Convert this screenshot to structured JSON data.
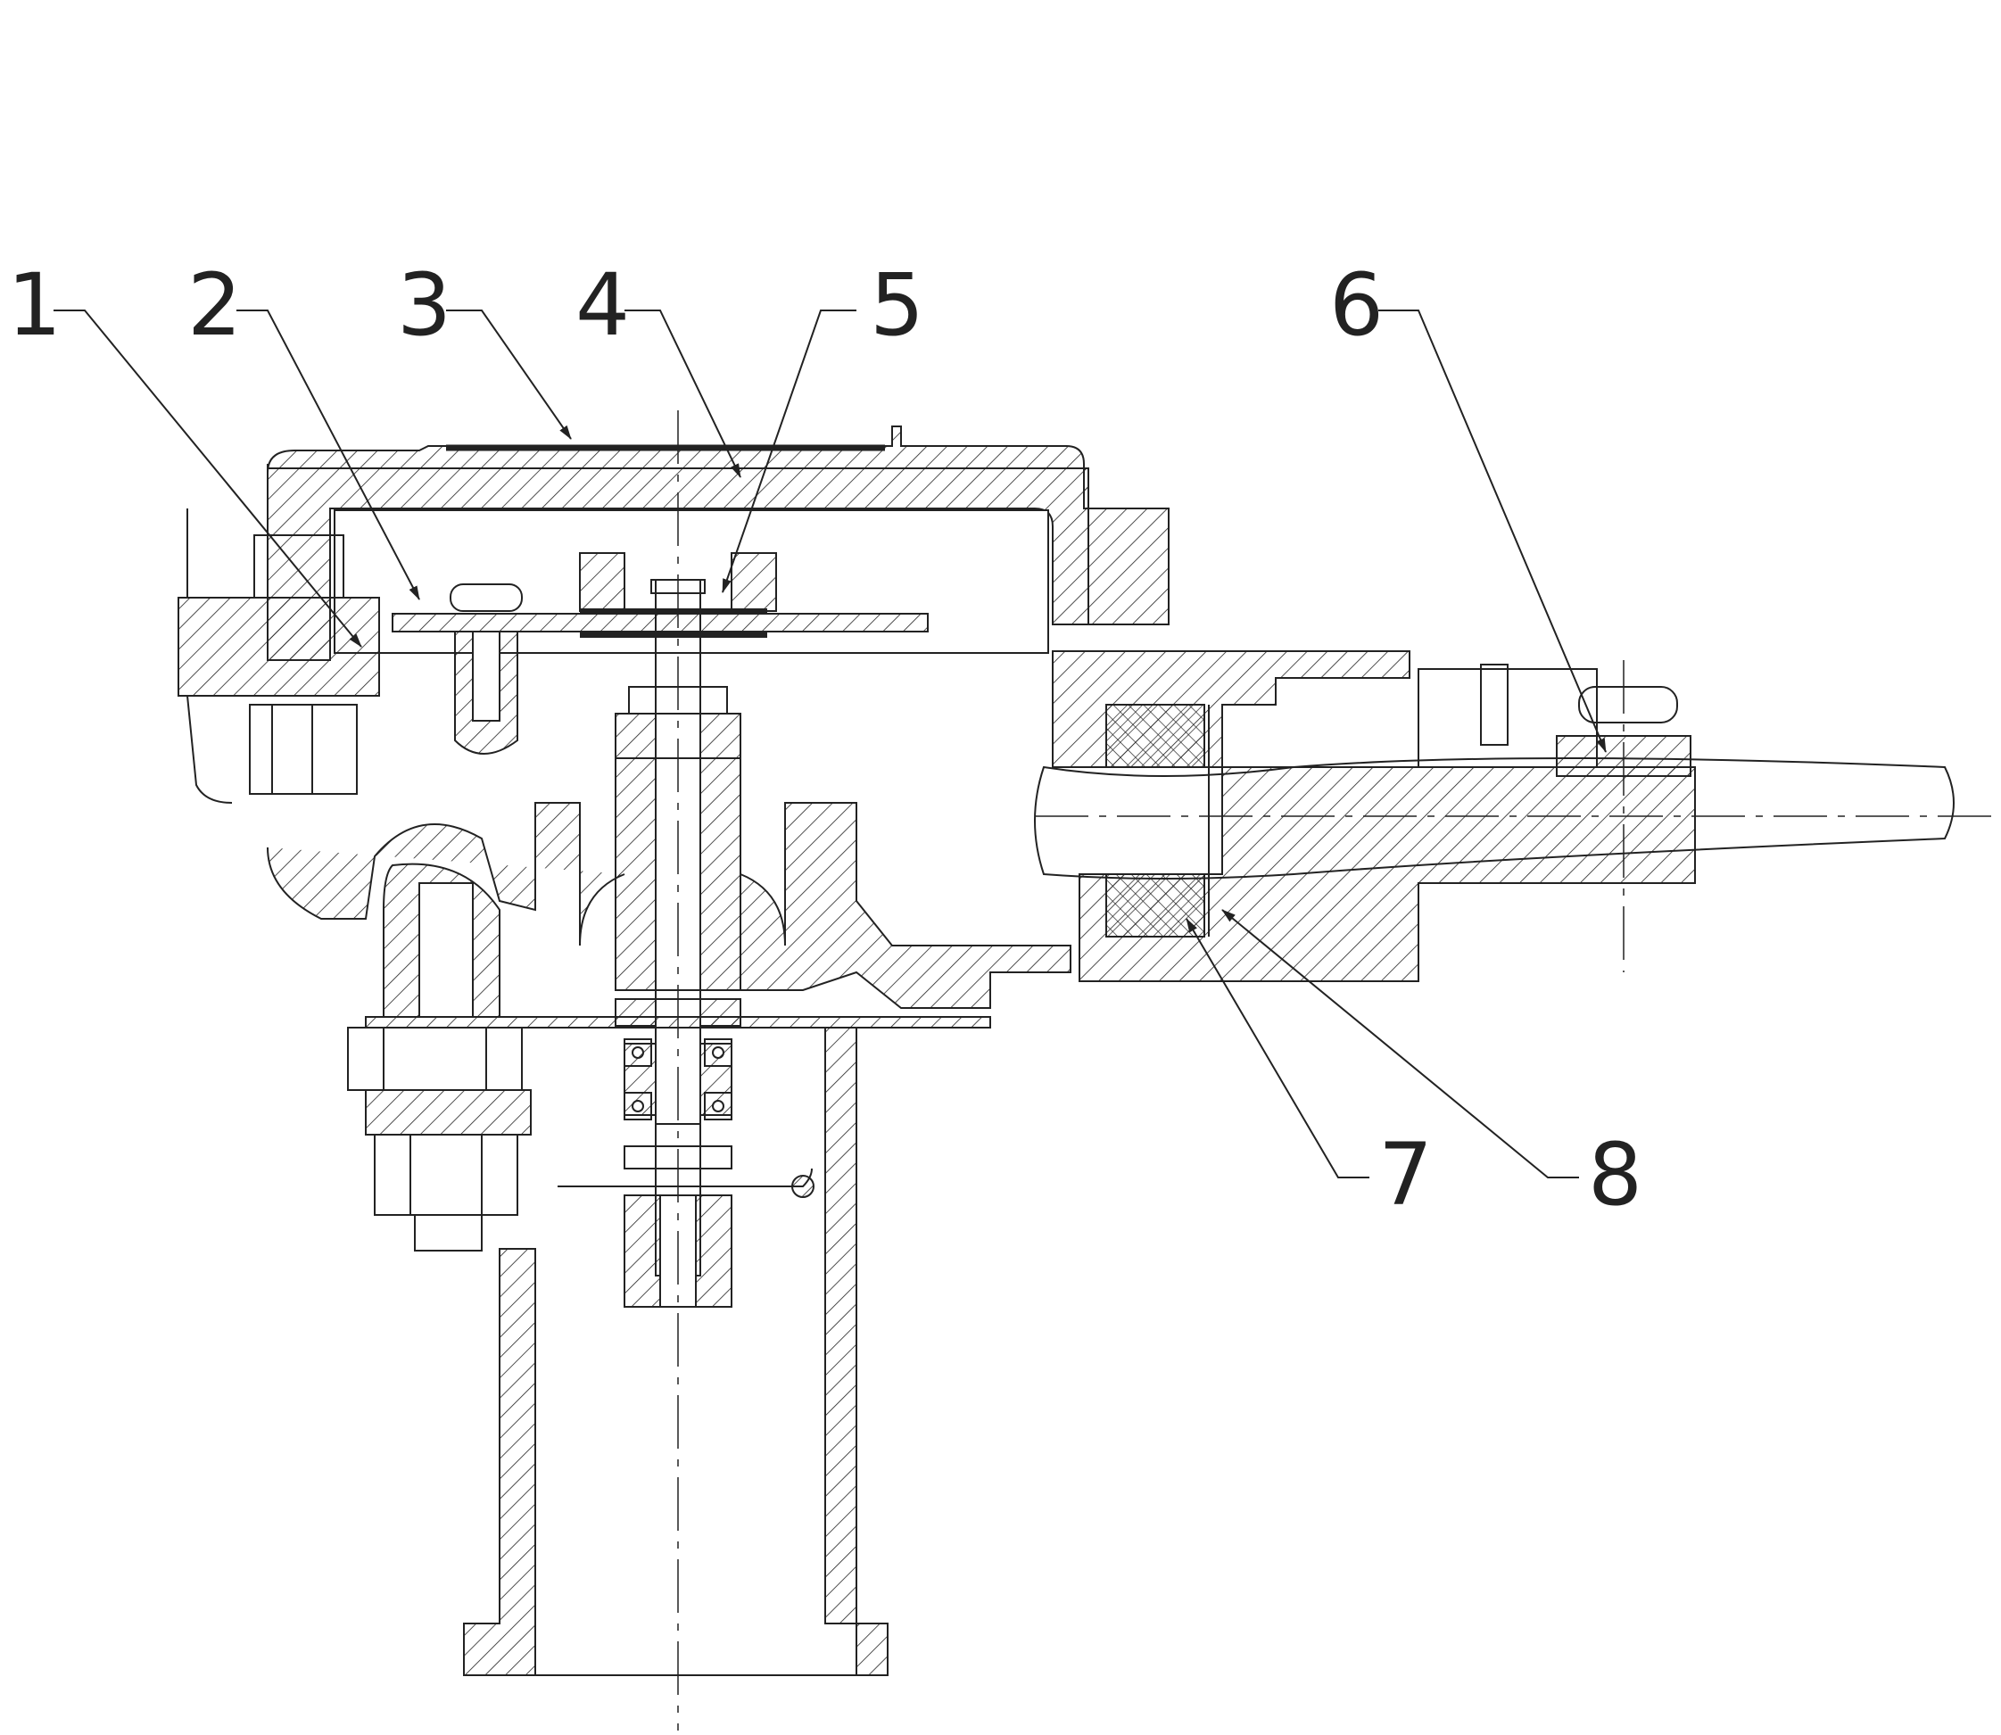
{
  "labels": [
    {
      "id": "1",
      "text": "1"
    },
    {
      "id": "2",
      "text": "2"
    },
    {
      "id": "3",
      "text": "3"
    },
    {
      "id": "4",
      "text": "4"
    },
    {
      "id": "5",
      "text": "5"
    },
    {
      "id": "6",
      "text": "6"
    },
    {
      "id": "7",
      "text": "7"
    },
    {
      "id": "8",
      "text": "8"
    }
  ],
  "colors": {
    "line": "#222222",
    "background": "#ffffff"
  }
}
